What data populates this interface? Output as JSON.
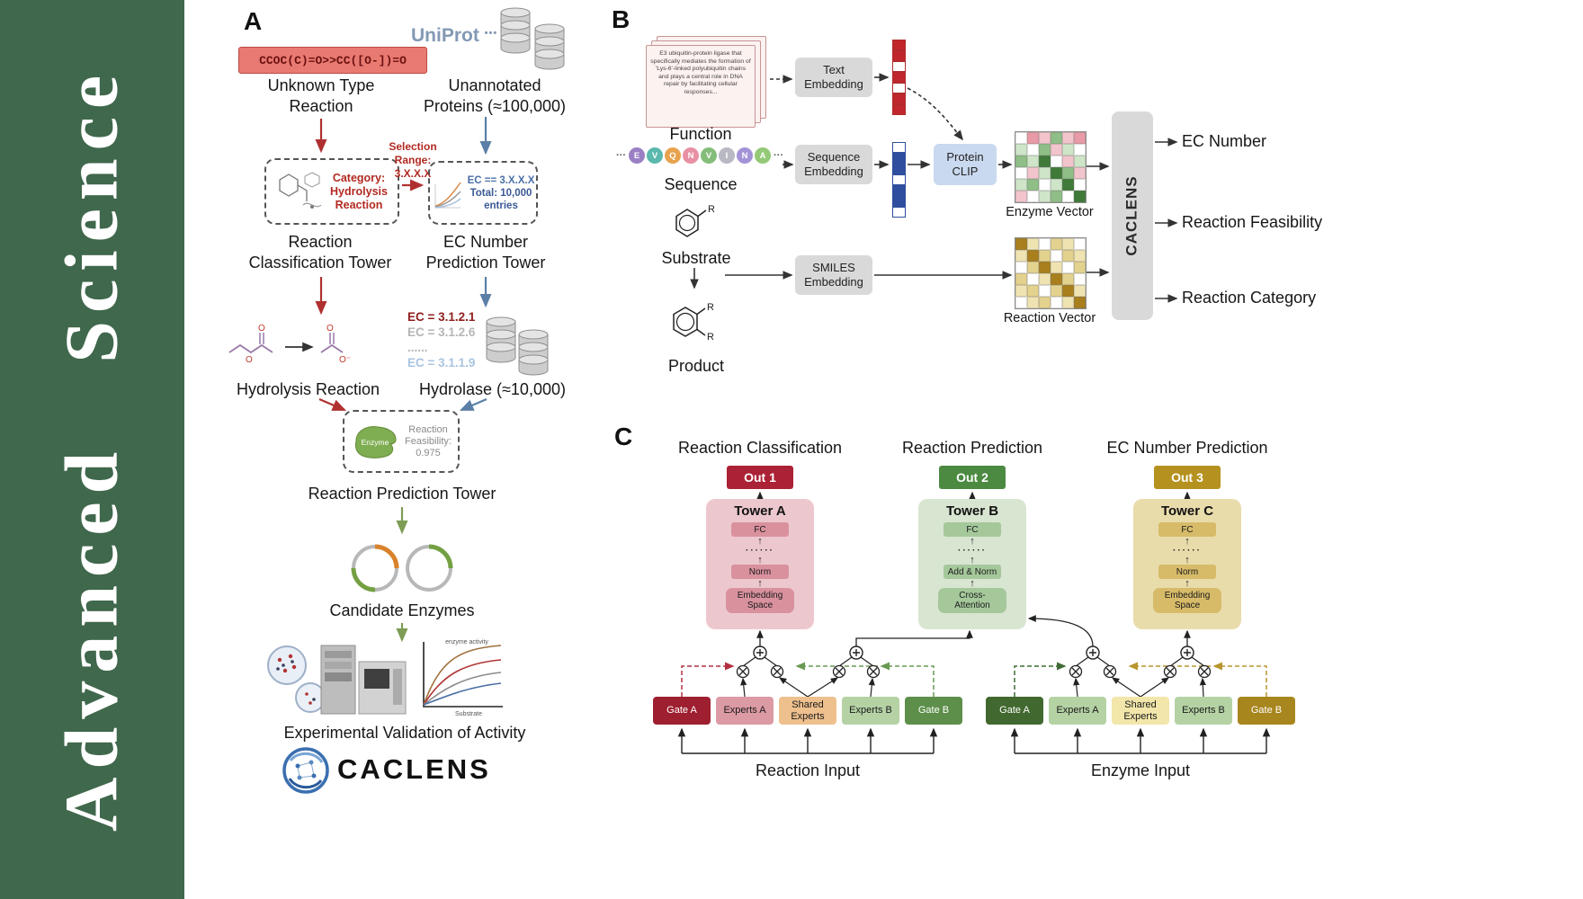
{
  "journal": {
    "name": "Advanced Science",
    "band_color": "#40684c"
  },
  "panelA": {
    "label": "A",
    "smiles": "CCOC(C)=O>>CC([O-])=O",
    "unknown_reaction": "Unknown Type\nReaction",
    "uniprot": "UniProt",
    "uniprot_dots": "•••",
    "unannotated": "Unannotated\nProteins (≈100,000)",
    "category": "Category:\nHydrolysis\nReaction",
    "selection": "Selection\nRange:\n3.X.X.X",
    "ec_box_line1": "EC == 3.X.X.X",
    "ec_box_rest": "Total: 10,000\nentries",
    "tower_classification": "Reaction\nClassification Tower",
    "tower_ec": "EC Number\nPrediction Tower",
    "hydrolysis": "Hydrolysis Reaction",
    "ec_list": [
      {
        "text": "EC = 3.1.2.1",
        "color": "#8f1d1d"
      },
      {
        "text": "EC = 3.1.2.6",
        "color": "#b5b5b5"
      },
      {
        "text": "......",
        "color": "#b5b5b5"
      },
      {
        "text": "EC = 3.1.1.9",
        "color": "#a9c4e0"
      }
    ],
    "hydrolase": "Hydrolase (≈10,000)",
    "enzyme": "Enzyme",
    "feasibility": "Reaction\nFeasibility:\n0.975",
    "tower_prediction": "Reaction Prediction Tower",
    "candidates": "Candidate Enzymes",
    "validation": "Experimental Validation of Activity",
    "logo": "CACLENS",
    "plot": {
      "top_label": "enzyme activity",
      "x_label": "Substrate"
    }
  },
  "panelB": {
    "label": "B",
    "function_text": "E3 ubiquitin-protein ligase that specifically mediates the formation of 'Lys-6'-linked polyubiquitin chains and plays a central role in DNA repair by facilitating cellular responses...",
    "function": "Function",
    "sequence": "Sequence",
    "substrate": "Substrate",
    "product": "Product",
    "r_label": "R",
    "dots": "···",
    "text_embedding": "Text\nEmbedding",
    "sequence_embedding": "Sequence\nEmbedding",
    "smiles_embedding": "SMILES\nEmbedding",
    "protein_clip": "Protein\nCLIP",
    "enzyme_vector": "Enzyme Vector",
    "reaction_vector": "Reaction Vector",
    "caclens": "CACLENS",
    "outputs": [
      "EC Number",
      "Reaction Feasibility",
      "Reaction Category"
    ],
    "sequence_circles": [
      {
        "letter": "E",
        "color": "#9b7fc4"
      },
      {
        "letter": "V",
        "color": "#5ab8ae"
      },
      {
        "letter": "Q",
        "color": "#e8a24e"
      },
      {
        "letter": "N",
        "color": "#e890a4"
      },
      {
        "letter": "V",
        "color": "#84bd7a"
      },
      {
        "letter": "I",
        "color": "#b9b9c4"
      },
      {
        "letter": "N",
        "color": "#a393d6"
      },
      {
        "letter": "A",
        "color": "#93c977"
      }
    ],
    "text_vector": [
      "#c0272d",
      "#c0272d",
      "#ffffff",
      "#c0272d",
      "#ffffff",
      "#c0272d",
      "#c0272d"
    ],
    "seq_vector": [
      "#ffffff",
      "#2f4f9e",
      "#2f4f9e",
      "#ffffff",
      "#2f4f9e",
      "#2f4f9e",
      "#ffffff"
    ],
    "enzyme_grid": [
      [
        "#ffffff",
        "#e89aa6",
        "#f2c4cb",
        "#8fbe86",
        "#f2c4cb",
        "#e89aa6"
      ],
      [
        "#cfe5c8",
        "#ffffff",
        "#8fbe86",
        "#f2c4cb",
        "#cfe5c8",
        "#ffffff"
      ],
      [
        "#8fbe86",
        "#cfe5c8",
        "#3f7a38",
        "#ffffff",
        "#f2c4cb",
        "#cfe5c8"
      ],
      [
        "#ffffff",
        "#f2c4cb",
        "#cfe5c8",
        "#3f7a38",
        "#8fbe86",
        "#f2c4cb"
      ],
      [
        "#cfe5c8",
        "#8fbe86",
        "#ffffff",
        "#cfe5c8",
        "#3f7a38",
        "#ffffff"
      ],
      [
        "#f2c4cb",
        "#ffffff",
        "#cfe5c8",
        "#8fbe86",
        "#ffffff",
        "#3f7a38"
      ]
    ],
    "reaction_grid": [
      [
        "#a87f1c",
        "#f0e3b2",
        "#ffffff",
        "#e3d28e",
        "#f0e3b2",
        "#ffffff"
      ],
      [
        "#f0e3b2",
        "#a87f1c",
        "#e3d28e",
        "#ffffff",
        "#e3d28e",
        "#f0e3b2"
      ],
      [
        "#ffffff",
        "#e3d28e",
        "#a87f1c",
        "#f0e3b2",
        "#ffffff",
        "#e3d28e"
      ],
      [
        "#e3d28e",
        "#ffffff",
        "#f0e3b2",
        "#a87f1c",
        "#e3d28e",
        "#ffffff"
      ],
      [
        "#f0e3b2",
        "#e3d28e",
        "#ffffff",
        "#e3d28e",
        "#a87f1c",
        "#f0e3b2"
      ],
      [
        "#ffffff",
        "#f0e3b2",
        "#e3d28e",
        "#ffffff",
        "#f0e3b2",
        "#a87f1c"
      ]
    ]
  },
  "panelC": {
    "label": "C",
    "columns": [
      {
        "title": "Reaction Classification",
        "out": "Out 1",
        "out_bg": "#ab2135",
        "tower": "Tower A",
        "tower_bg": "#ecc8ce",
        "box_bg": "#d9919e",
        "fc": "FC",
        "dots": "······",
        "mid": "Norm",
        "bottom": "Embedding\nSpace"
      },
      {
        "title": "Reaction Prediction",
        "out": "Out 2",
        "out_bg": "#4c8a41",
        "tower": "Tower B",
        "tower_bg": "#d8e5d1",
        "box_bg": "#a5c89b",
        "fc": "FC",
        "dots": "······",
        "mid": "Add & Norm",
        "bottom": "Cross-\nAttention"
      },
      {
        "title": "EC Number Prediction",
        "out": "Out 3",
        "out_bg": "#b5921f",
        "tower": "Tower C",
        "tower_bg": "#e9dcab",
        "box_bg": "#d7bb69",
        "fc": "FC",
        "dots": "······",
        "mid": "Norm",
        "bottom": "Embedding\nSpace"
      }
    ],
    "groups": [
      {
        "input": "Reaction Input",
        "boxes": [
          {
            "label": "Gate A",
            "bg": "#9e1f30",
            "fg": "#ffffff"
          },
          {
            "label": "Experts A",
            "bg": "#dc9aa4",
            "fg": "#1a1a1a"
          },
          {
            "label": "Shared\nExperts",
            "bg": "#eec08e",
            "fg": "#1a1a1a"
          },
          {
            "label": "Experts B",
            "bg": "#b5d2a4",
            "fg": "#1a1a1a"
          },
          {
            "label": "Gate B",
            "bg": "#5d8f4a",
            "fg": "#ffffff"
          }
        ]
      },
      {
        "input": "Enzyme Input",
        "boxes": [
          {
            "label": "Gate A",
            "bg": "#41682f",
            "fg": "#ffffff"
          },
          {
            "label": "Experts A",
            "bg": "#b5d2a4",
            "fg": "#1a1a1a"
          },
          {
            "label": "Shared\nExperts",
            "bg": "#f2e6aa",
            "fg": "#1a1a1a"
          },
          {
            "label": "Experts B",
            "bg": "#b5d2a4",
            "fg": "#1a1a1a"
          },
          {
            "label": "Gate B",
            "bg": "#a8861e",
            "fg": "#ffffff"
          }
        ]
      }
    ]
  }
}
